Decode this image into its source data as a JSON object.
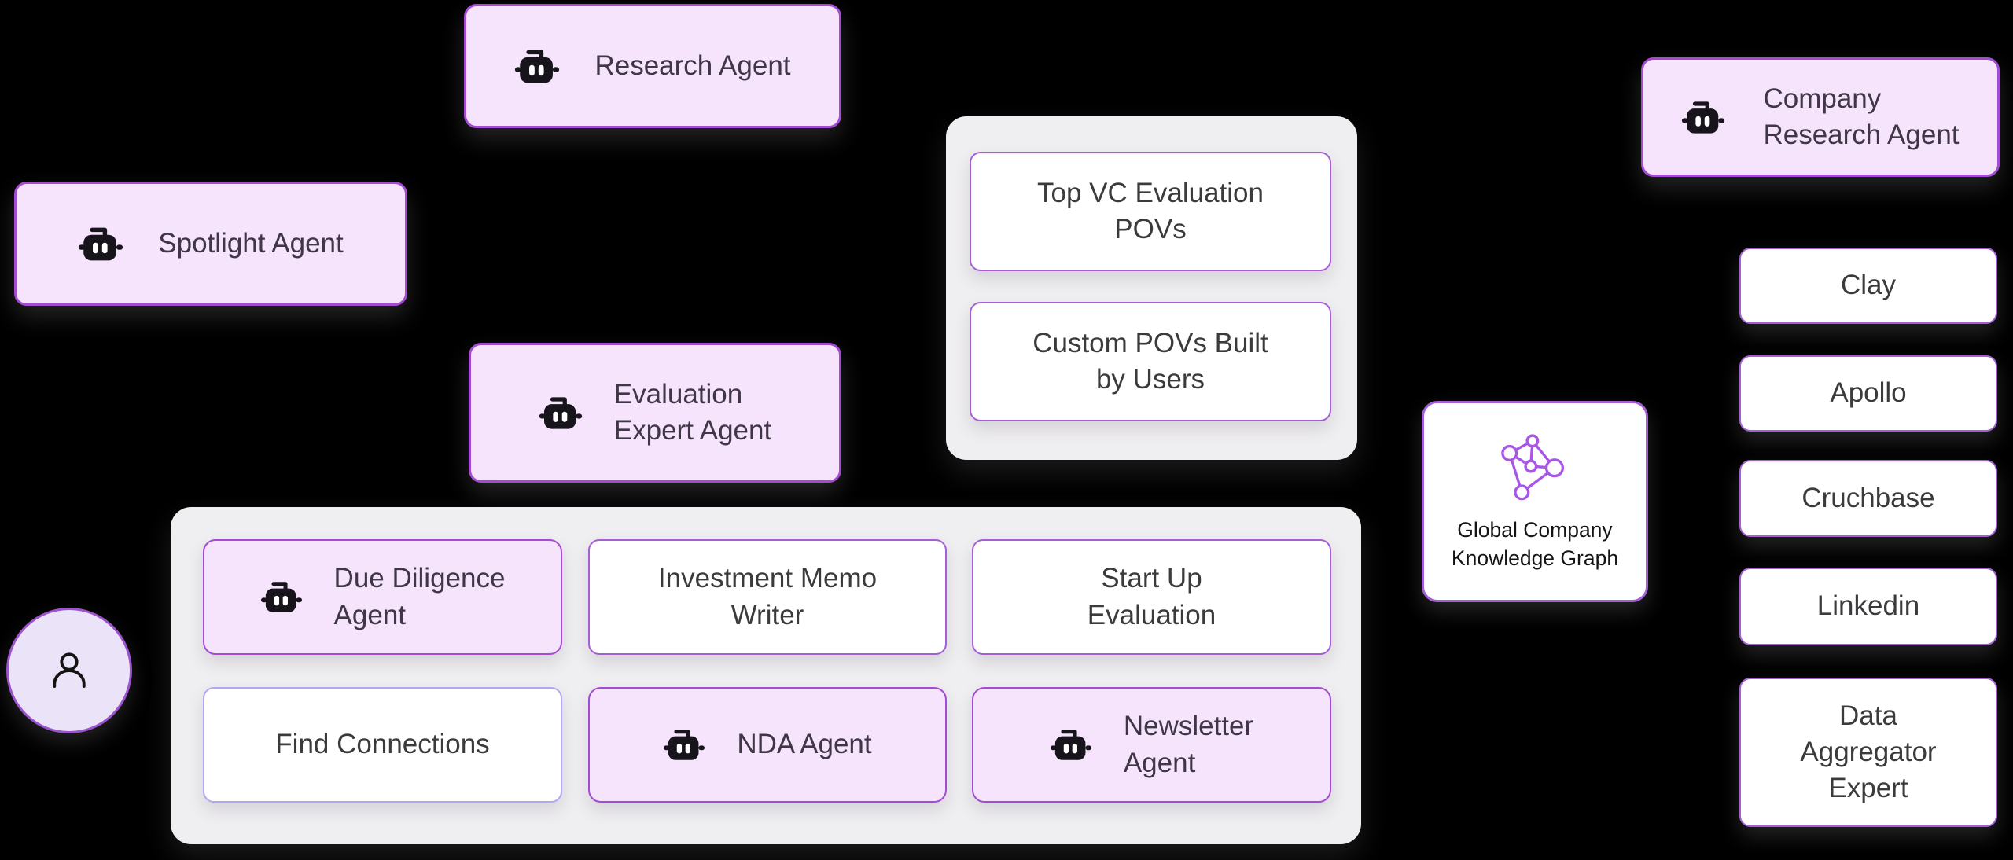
{
  "colors": {
    "background": "#000000",
    "agent_fill": "#f6e3fc",
    "agent_border": "#a44bd3",
    "white_fill": "#ffffff",
    "purple_border": "#a55fd6",
    "soft_border": "#b2a8ef",
    "group_fill": "#efeef0",
    "graph_icon": "#a855e8",
    "agent_text": "#3f3646",
    "card_text": "#3b3b3d",
    "kg_text": "#141414",
    "icon_black": "#17141b",
    "connector": "#000000",
    "person_fill": "#ebe4f8",
    "person_border": "#9c53cd"
  },
  "nodes": {
    "research_agent": {
      "label": "Research Agent",
      "icon": "robot-icon"
    },
    "spotlight_agent": {
      "label": "Spotlight Agent",
      "icon": "robot-icon"
    },
    "evaluation_expert_agent": {
      "label": "Evaluation\nExpert Agent",
      "icon": "robot-icon"
    },
    "company_research_agent": {
      "label": "Company\nResearch Agent",
      "icon": "robot-icon"
    },
    "pov_group": {
      "top_vc": {
        "label": "Top VC Evaluation\nPOVs"
      },
      "custom": {
        "label": "Custom POVs Built\nby Users"
      }
    },
    "knowledge_graph": {
      "label": "Global Company\nKnowledge Graph",
      "icon": "network-graph-icon"
    },
    "data_sources": {
      "clay": {
        "label": "Clay"
      },
      "apollo": {
        "label": "Apollo"
      },
      "cruchbase": {
        "label": "Cruchbase"
      },
      "linkedin": {
        "label": "Linkedin"
      },
      "data_aggregator_expert": {
        "label": "Data\nAggregator\nExpert"
      }
    },
    "workflow_group": {
      "due_diligence_agent": {
        "label": "Due Diligence\nAgent",
        "icon": "robot-icon"
      },
      "investment_memo_writer": {
        "label": "Investment Memo\nWriter"
      },
      "start_up_evaluation": {
        "label": "Start Up\nEvaluation"
      },
      "find_connections": {
        "label": "Find Connections"
      },
      "nda_agent": {
        "label": "NDA Agent",
        "icon": "robot-icon"
      },
      "newsletter_agent": {
        "label": "Newsletter\nAgent",
        "icon": "robot-icon"
      }
    },
    "user": {
      "icon": "person-icon"
    }
  }
}
